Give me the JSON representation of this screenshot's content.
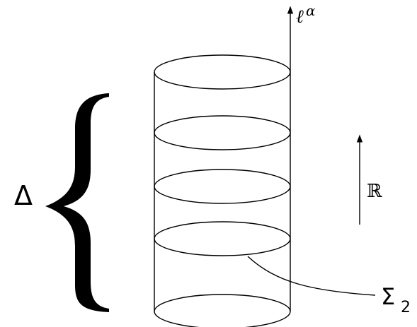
{
  "labels": {
    "time_direction": "ℓ",
    "time_direction_superscript": "α",
    "real_line": "ℝ",
    "region": "Δ",
    "slice": "Σ",
    "slice_subscript": "2"
  },
  "slice_count": 5,
  "highlighted_slice": 2
}
